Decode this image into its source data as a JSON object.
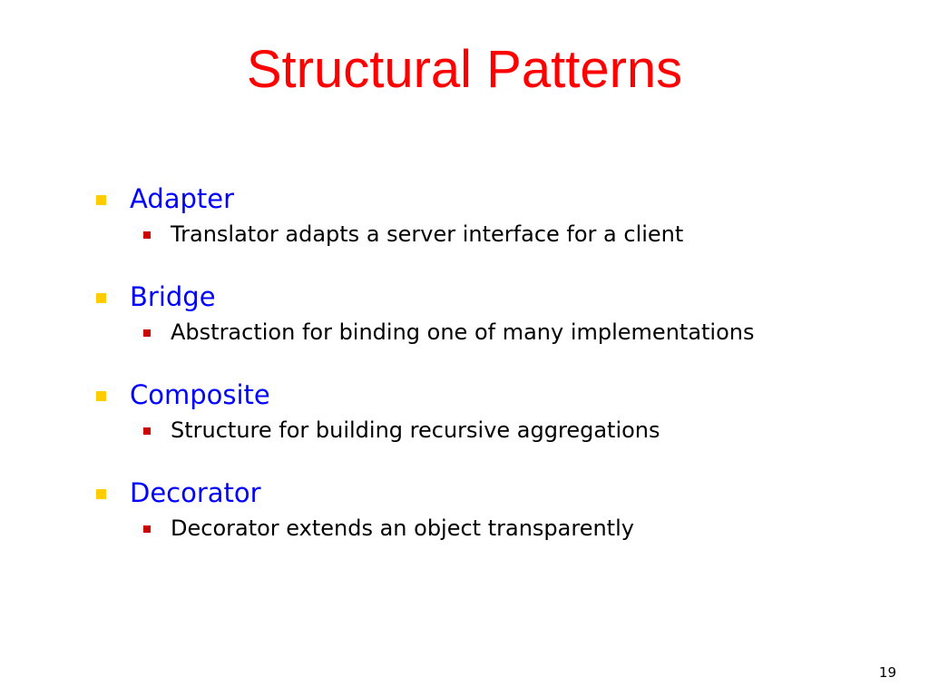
{
  "slide": {
    "title": "Structural Patterns",
    "page_number": "19",
    "items": [
      {
        "heading": "Adapter",
        "detail": "Translator adapts a server interface for a client"
      },
      {
        "heading": "Bridge",
        "detail": "Abstraction for binding one of many implementations"
      },
      {
        "heading": "Composite",
        "detail": "Structure for building recursive aggregations"
      },
      {
        "heading": "Decorator",
        "detail": "Decorator extends an object transparently"
      }
    ],
    "colors": {
      "title": "#ff0000",
      "heading": "#0000ff",
      "bullet_level1": "#ffcc00",
      "bullet_level2": "#cc0000",
      "detail": "#000000"
    }
  }
}
